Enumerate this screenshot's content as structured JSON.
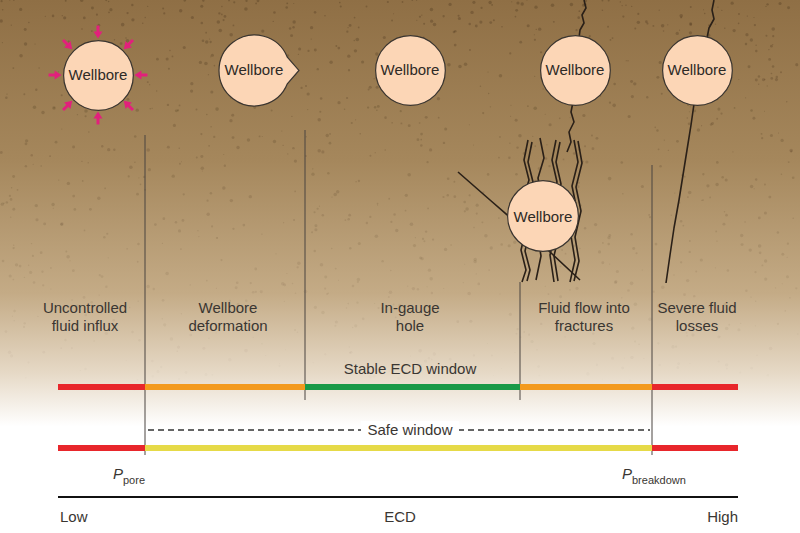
{
  "diagram": {
    "nodes": [
      {
        "text": [
          "Wellbore"
        ]
      },
      {
        "text": [
          "Wellbore"
        ]
      },
      {
        "text": [
          "Wellbore"
        ]
      },
      {
        "text": [
          "Wellbore"
        ]
      },
      {
        "text": [
          "Wellbore"
        ]
      },
      {
        "text": [
          "Wellbore"
        ]
      }
    ],
    "labels": [
      "Uncontrolled fluid influx",
      "Wellbore deformation",
      "In-gauge hole",
      "Fluid flow into fractures",
      "Severe fluid losses",
      "Stable ECD window",
      "Safe window",
      "P",
      "pore",
      "P",
      "breakdown",
      "Low",
      "ECD",
      "High"
    ]
  }
}
